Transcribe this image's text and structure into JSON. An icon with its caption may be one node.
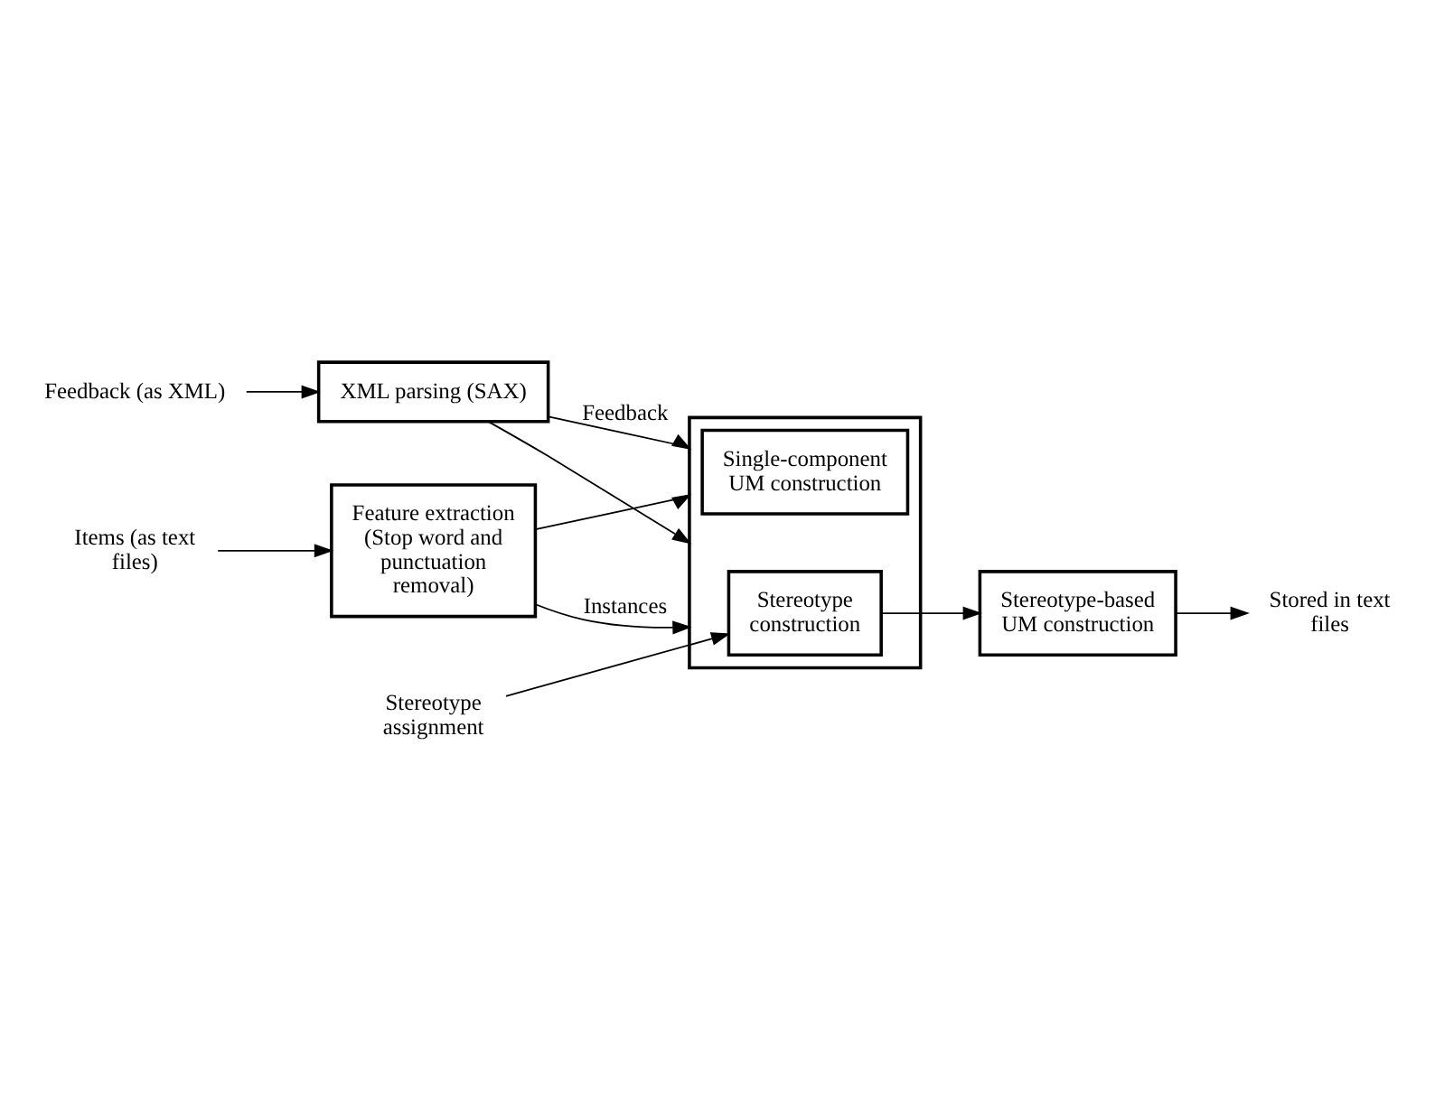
{
  "diagram": {
    "nodes": [
      {
        "text": [
          "Feedback (as XML)"
        ]
      },
      {
        "text": [
          "XML parsing (SAX)"
        ]
      },
      {
        "text": [
          "Items (as text files)"
        ]
      },
      {
        "text": [
          "Feature extraction (Stop word and punctuation removal)"
        ]
      },
      {
        "text": [],
        "shape": "box"
      },
      {
        "text": [
          "Single-component UM construction"
        ],
        "in": 4
      },
      {
        "text": [
          "Stereotype construction"
        ],
        "in": 4
      },
      {
        "text": [
          "Stereotype assignment"
        ]
      },
      {
        "text": [
          "Stereotype-based UM construction"
        ]
      },
      {
        "text": [
          "Stored in text files"
        ]
      }
    ],
    "edges": [
      {
        "from": 0,
        "to": 1,
        "arrow": "to"
      },
      {
        "from": 1,
        "to": 4,
        "arrow": "to",
        "label": "Feedback"
      },
      {
        "from": 1,
        "to": 4,
        "arrow": "to"
      },
      {
        "from": 3,
        "to": 4,
        "arrow": "to"
      },
      {
        "from": 3,
        "to": 4,
        "arrow": "to",
        "label": "Instances"
      },
      {
        "from": 2,
        "to": 3,
        "arrow": "to"
      },
      {
        "from": 7,
        "to": 6,
        "arrow": "to"
      },
      {
        "from": 6,
        "to": 8,
        "arrow": "to"
      },
      {
        "from": 8,
        "to": 9,
        "arrow": "to"
      }
    ]
  }
}
